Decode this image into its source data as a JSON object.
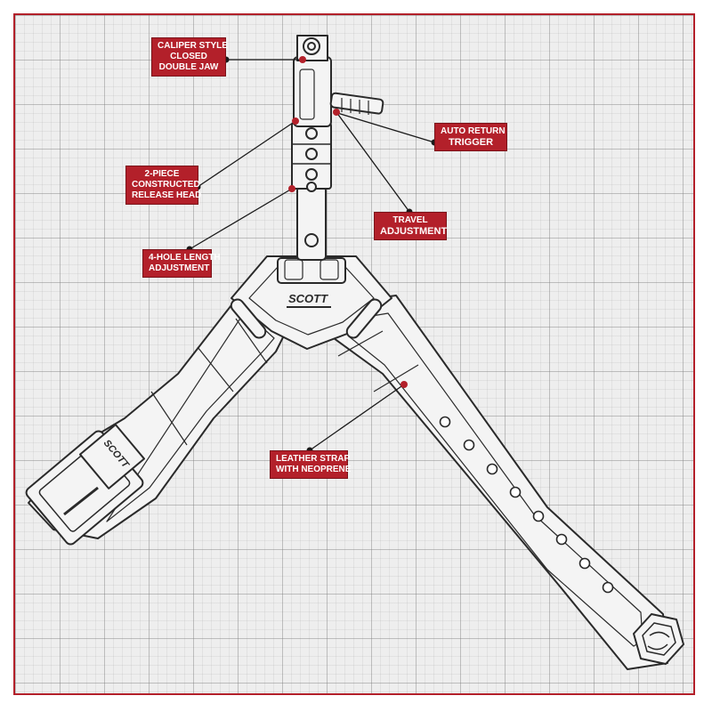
{
  "colors": {
    "accent": "#b3202a",
    "line": "#2a2a2a",
    "fill": "#f4f4f4",
    "grid": "#eeeeee"
  },
  "brand": {
    "top_logo": "SCOTT",
    "buckle_logo": "SCOTT"
  },
  "callouts": {
    "caliper": {
      "line1": "CALIPER STYLE",
      "line2": "CLOSED",
      "line3": "DOUBLE JAW"
    },
    "trigger": {
      "line1": "AUTO RETURN",
      "line2": "TRIGGER"
    },
    "release_head": {
      "line1": "2-PIECE",
      "line2": "CONSTRUCTED",
      "line3": "RELEASE HEAD"
    },
    "travel": {
      "line1": "TRAVEL",
      "line2": "ADJUSTMENT"
    },
    "length": {
      "line1": "4-HOLE LENGTH",
      "line2": "ADJUSTMENT"
    },
    "strap": {
      "line1": "LEATHER STRAP",
      "line2": "WITH NEOPRENE"
    }
  }
}
